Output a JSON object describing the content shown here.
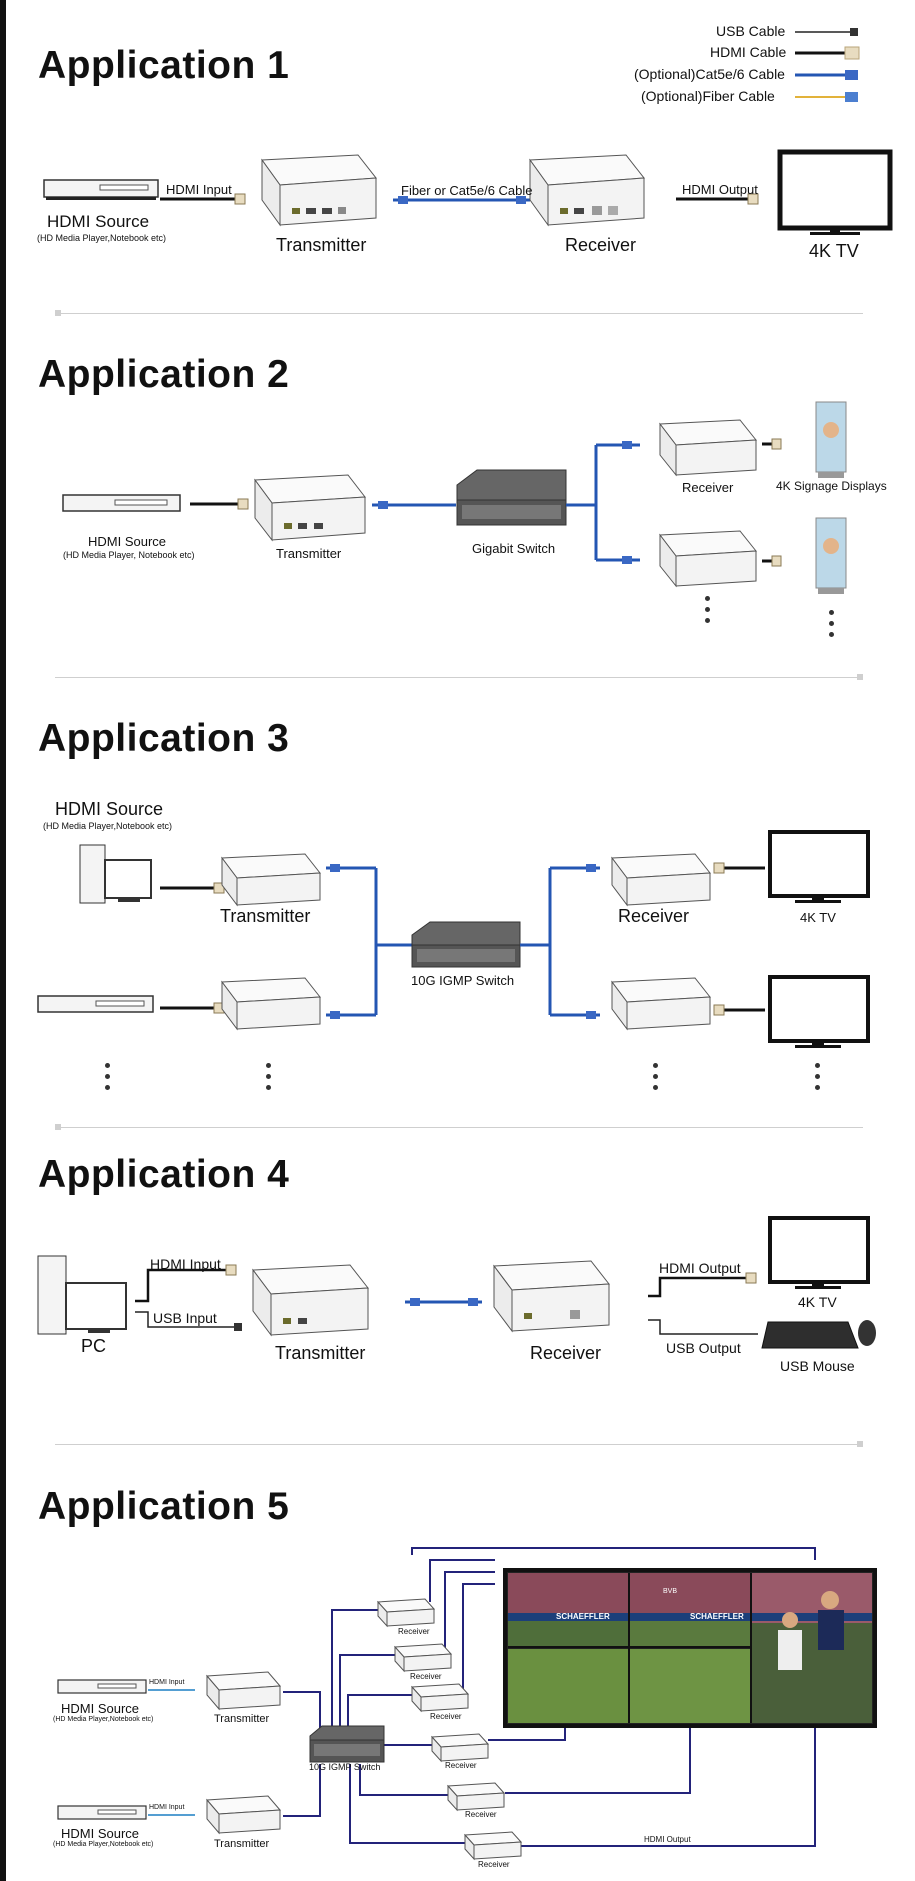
{
  "legend": {
    "usb": "USB Cable",
    "hdmi": "HDMI Cable",
    "cat": "(Optional)Cat5e/6 Cable",
    "fiber": "(Optional)Fiber Cable"
  },
  "app1": {
    "title": "Application 1",
    "hdmi_input": "HDMI Input",
    "cable": "Fiber or Cat5e/6 Cable",
    "hdmi_output": "HDMI Output",
    "source": "HDMI Source",
    "source_sub": "(HD Media Player,Notebook etc)",
    "transmitter": "Transmitter",
    "receiver": "Receiver",
    "tv": "4K TV"
  },
  "app2": {
    "title": "Application 2",
    "source": "HDMI Source",
    "source_sub": "(HD Media Player, Notebook etc)",
    "transmitter": "Transmitter",
    "switch": "Gigabit Switch",
    "receiver": "Receiver",
    "display": "4K Signage Displays"
  },
  "app3": {
    "title": "Application 3",
    "source": "HDMI Source",
    "source_sub": "(HD Media Player,Notebook etc)",
    "transmitter": "Transmitter",
    "switch": "10G IGMP Switch",
    "receiver": "Receiver",
    "tv": "4K TV"
  },
  "app4": {
    "title": "Application 4",
    "hdmi_input": "HDMI Input",
    "usb_input": "USB Input",
    "pc": "PC",
    "transmitter": "Transmitter",
    "receiver": "Receiver",
    "hdmi_output": "HDMI Output",
    "usb_output": "USB Output",
    "tv": "4K TV",
    "mouse": "USB Mouse"
  },
  "app5": {
    "title": "Application 5",
    "hdmi_input_1": "HDMI Input",
    "hdmi_input_2": "HDMI Input",
    "source_1": "HDMI Source",
    "source_1_sub": "(HD Media Player,Notebook etc)",
    "source_2": "HDMI Source",
    "source_2_sub": "(HD Media Player,Notebook etc)",
    "transmitter_1": "Transmitter",
    "transmitter_2": "Transmitter",
    "switch": "10G IGMP Switch",
    "receivers": [
      "Receiver",
      "Receiver",
      "Receiver",
      "Receiver",
      "Receiver",
      "Receiver"
    ],
    "hdmi_output": "HDMI Output",
    "wall_texts": [
      "SCHAEFFLER",
      "SCHAEFFLER",
      "BVB"
    ]
  },
  "colors": {
    "cat_cable": "#2456b3",
    "switch_line": "#23237a",
    "device": "#f3f3f3",
    "title": "#111111"
  }
}
